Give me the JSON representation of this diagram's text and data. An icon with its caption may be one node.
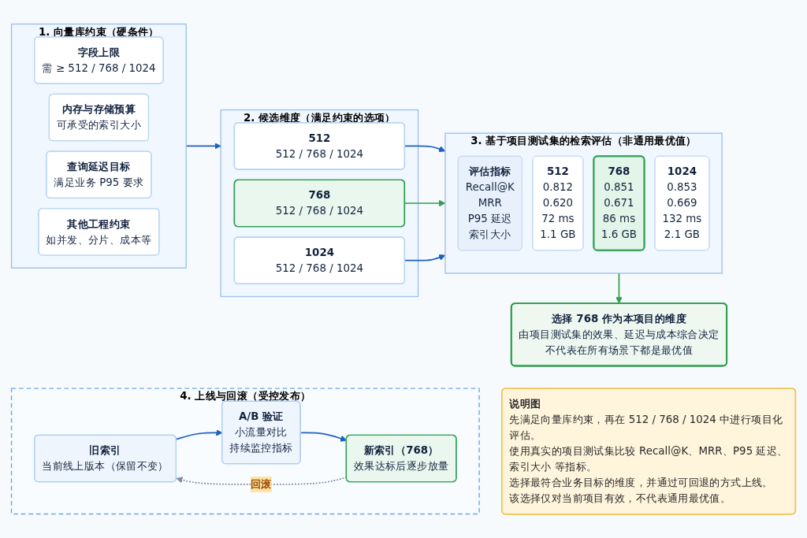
{
  "diagram": {
    "nodes": [
      {
        "text": [
          "1. 向量库约束（硬条件）"
        ]
      },
      {
        "text": [
          "字段上限",
          "需 ≥ 512 / 768 / 1024"
        ],
        "in": 0
      },
      {
        "text": [
          "内存与存储预算",
          "可承受的索引大小"
        ],
        "in": 0
      },
      {
        "text": [
          "查询延迟目标",
          "满足业务 P95 要求"
        ],
        "in": 0
      },
      {
        "text": [
          "其他工程约束",
          "如并发、分片、成本等"
        ],
        "in": 0
      },
      {
        "text": [
          "2. 候选维度（满足约束的选项）"
        ]
      },
      {
        "text": [
          "512",
          "512 / 768 / 1024"
        ],
        "in": 5
      },
      {
        "text": [
          "768",
          "512 / 768 / 1024"
        ],
        "in": 5
      },
      {
        "text": [
          "1024",
          "512 / 768 / 1024"
        ],
        "in": 5
      },
      {
        "text": [
          "3. 基于项目测试集的检索评估（非通用最优值）"
        ]
      },
      {
        "text": [
          "评估指标",
          "Recall@K",
          "MRR",
          "P95 延迟",
          "索引大小"
        ],
        "in": 9
      },
      {
        "text": [
          "512",
          "0.812",
          "0.620",
          "72 ms",
          "1.1 GB"
        ],
        "in": 9
      },
      {
        "text": [
          "768",
          "0.851",
          "0.671",
          "86 ms",
          "1.6 GB"
        ],
        "in": 9
      },
      {
        "text": [
          "1024",
          "0.853",
          "0.669",
          "132 ms",
          "2.1 GB"
        ],
        "in": 9
      },
      {
        "text": [
          "选择 768 作为本项目的维度",
          "由项目测试集的效果、延迟与成本综合决定",
          "不代表在所有场景下都是最优值"
        ]
      },
      {
        "text": [
          "4. 上线与回滚（受控发布）"
        ]
      },
      {
        "text": [
          "旧索引",
          "当前线上版本（保留不变）"
        ],
        "in": 15
      },
      {
        "text": [
          "A/B 验证",
          "小流量对比",
          "持续监控指标"
        ],
        "in": 15
      },
      {
        "text": [
          "新索引（768）",
          "效果达标后逐步放量"
        ],
        "in": 15
      },
      {
        "text": [
          "说明图",
          "先满足向量库约束，再在 512 / 768 / 1024 中进行项目化评估。",
          "使用真实的项目测试集比较 Recall@K、MRR、P95 延迟、索引大小 等指标。",
          "选择最符合业务目标的维度，并通过可回退的方式上线。",
          "该选择仅对当前项目有效，不代表通用最优值。"
        ]
      }
    ],
    "edges": [
      {
        "from": 0,
        "to": 5,
        "arrow": "to"
      },
      {
        "from": 6,
        "to": 9,
        "arrow": "to"
      },
      {
        "from": 7,
        "to": 9,
        "arrow": "to",
        "color": "#2e9e4f"
      },
      {
        "from": 8,
        "to": 9,
        "arrow": "to"
      },
      {
        "from": 9,
        "to": 14,
        "arrow": "to",
        "color": "#2e9e4f"
      },
      {
        "from": 16,
        "to": 17,
        "arrow": "to"
      },
      {
        "from": 17,
        "to": 18,
        "arrow": "to"
      },
      {
        "from": 18,
        "to": 16,
        "arrow": "to",
        "label": "回滚",
        "style": "dashed",
        "color": "#7d8fa3"
      }
    ]
  }
}
